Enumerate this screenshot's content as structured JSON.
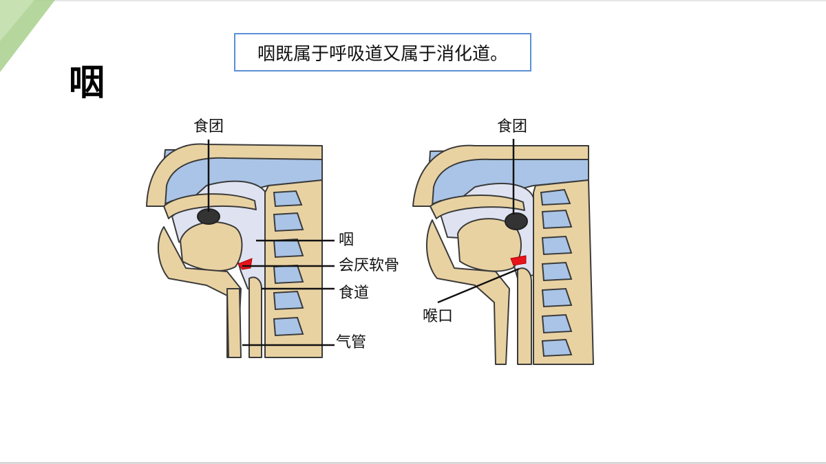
{
  "slide": {
    "heading": "咽",
    "callout": "咽既属于呼吸道又属于消化道。"
  },
  "diagram_left": {
    "labels": {
      "food_bolus": "食团",
      "pharynx": "咽",
      "epiglottis": "会厌软骨",
      "esophagus": "食道",
      "trachea": "气管"
    }
  },
  "diagram_right": {
    "labels": {
      "food_bolus": "食团",
      "laryngeal_inlet": "喉口"
    }
  },
  "colors": {
    "bone": "#e9d2a2",
    "airway": "#dfe3f1",
    "vertebra": "#a9c4e6",
    "epiglottis": "#e8141c",
    "callout_border": "#5b8fd6",
    "outline": "#3a3a3a",
    "bolus": "#333333"
  }
}
